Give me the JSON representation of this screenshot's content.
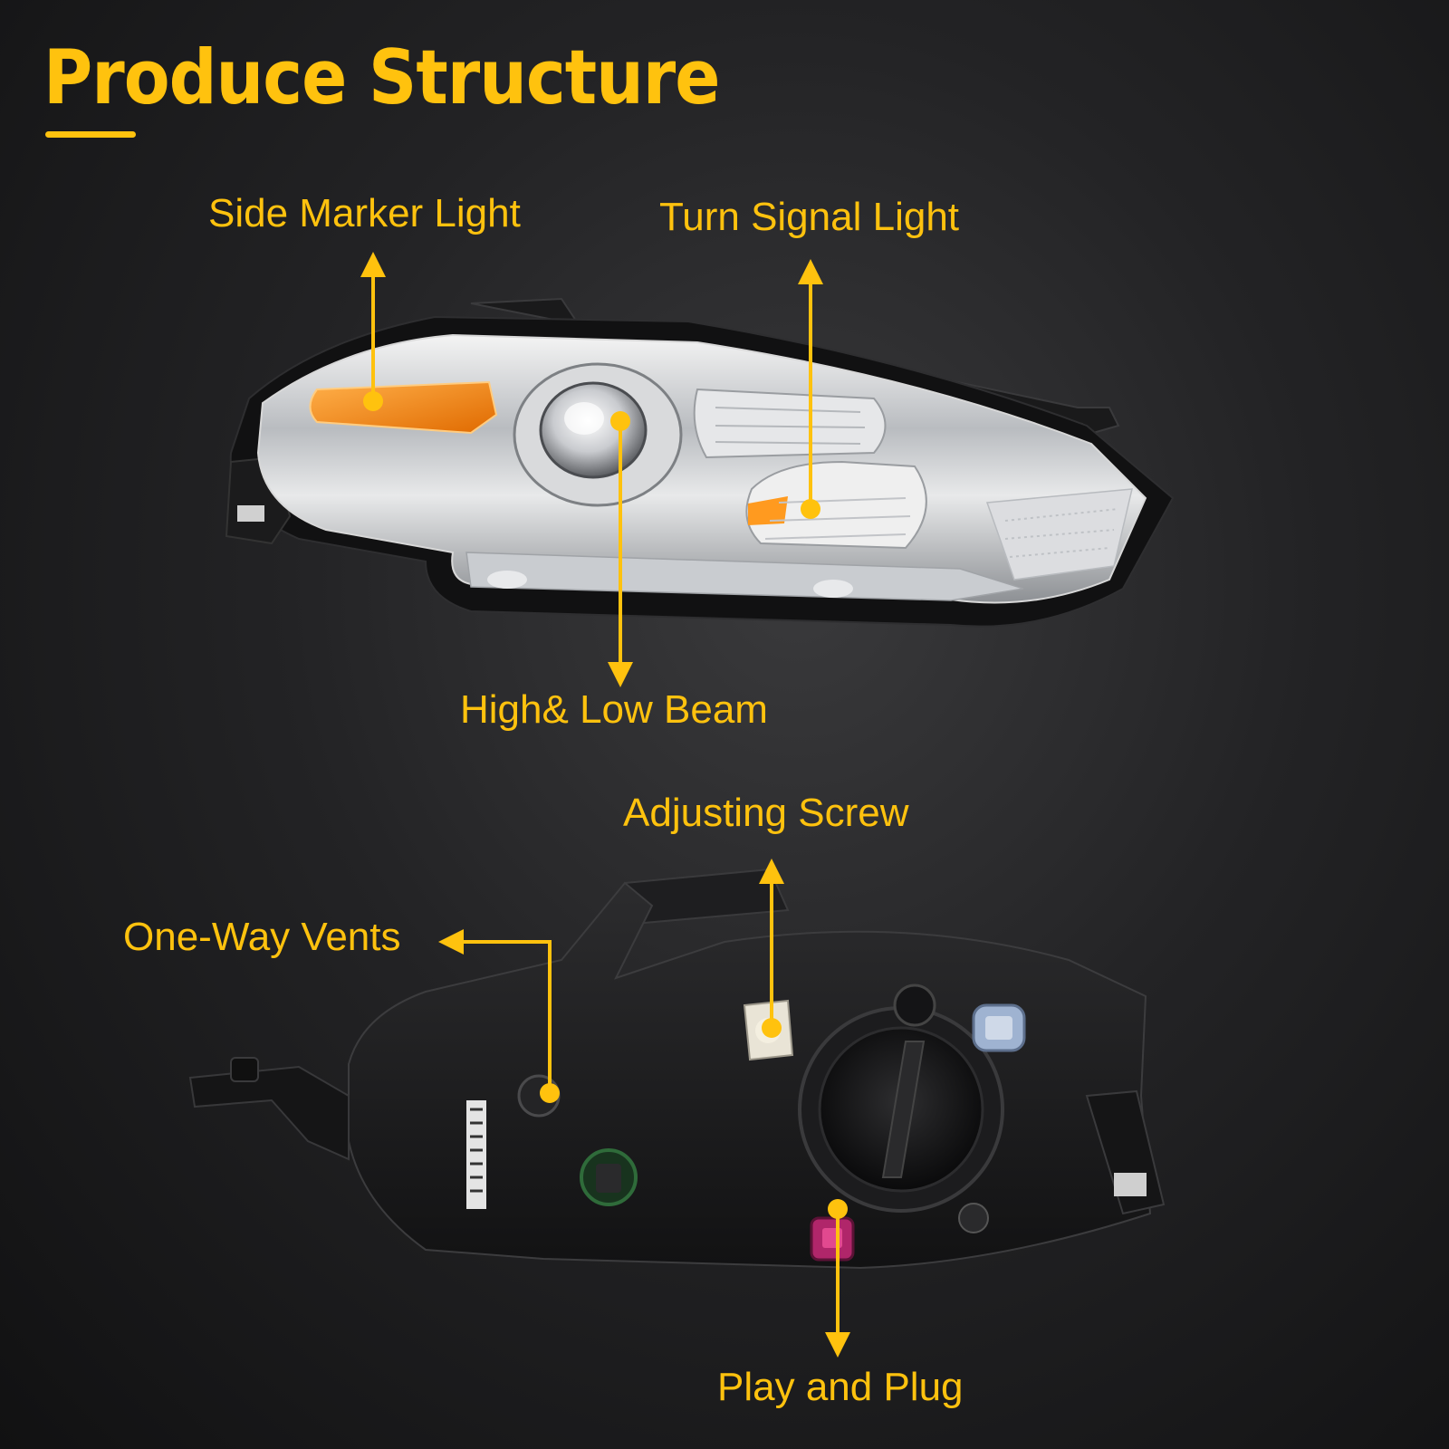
{
  "title": "Produce Structure",
  "accent_color": "#ffc20e",
  "callouts": {
    "side_marker": "Side Marker Light",
    "turn_signal": "Turn Signal Light",
    "beam": "High& Low Beam",
    "adjusting_screw": "Adjusting Screw",
    "vents": "One-Way Vents",
    "plug": "Play and Plug"
  }
}
